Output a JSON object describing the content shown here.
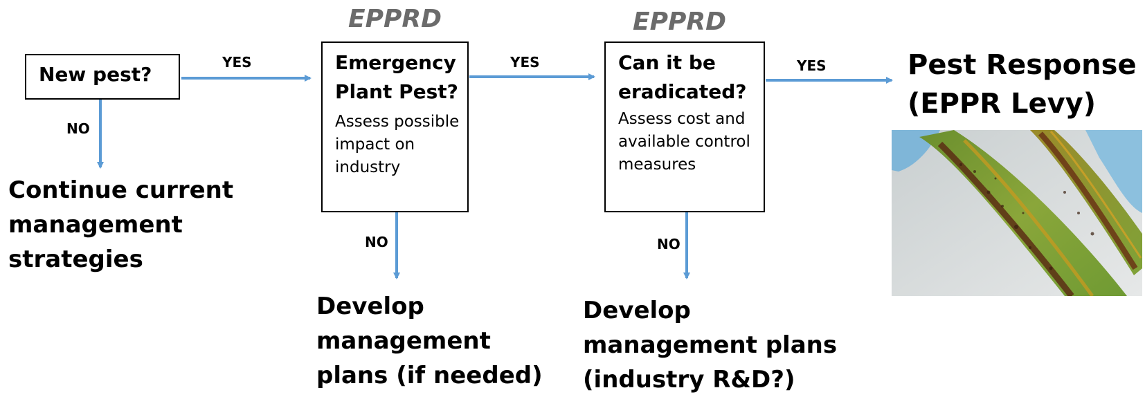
{
  "headers": {
    "epprd_1": "EPPRD",
    "epprd_2": "EPPRD"
  },
  "nodes": {
    "new_pest": {
      "title": "New pest?"
    },
    "emergency": {
      "title": "Emergency\nPlant Pest?",
      "body": "Assess possible\nimpact on\nindustry"
    },
    "eradicated": {
      "title": "Can it be\neradicated?",
      "body": "Assess cost and\navailable control\nmeasures"
    }
  },
  "labels": {
    "yes_1": "YES",
    "yes_2": "YES",
    "yes_3": "YES",
    "no_1": "NO",
    "no_2": "NO",
    "no_3": "NO"
  },
  "outcomes": {
    "continue": "Continue current\nmanagement\nstrategies",
    "develop_1": "Develop\nmanagement\nplans (if needed)",
    "develop_2": "Develop\nmanagement plans\n(industry R&D?)",
    "pest_response": "Pest Response\n(EPPR Levy)"
  },
  "colors": {
    "arrow": "#5b9bd5",
    "epprd": "#6b6b6b"
  },
  "image": {
    "subject": "diseased-leaf-photo"
  }
}
